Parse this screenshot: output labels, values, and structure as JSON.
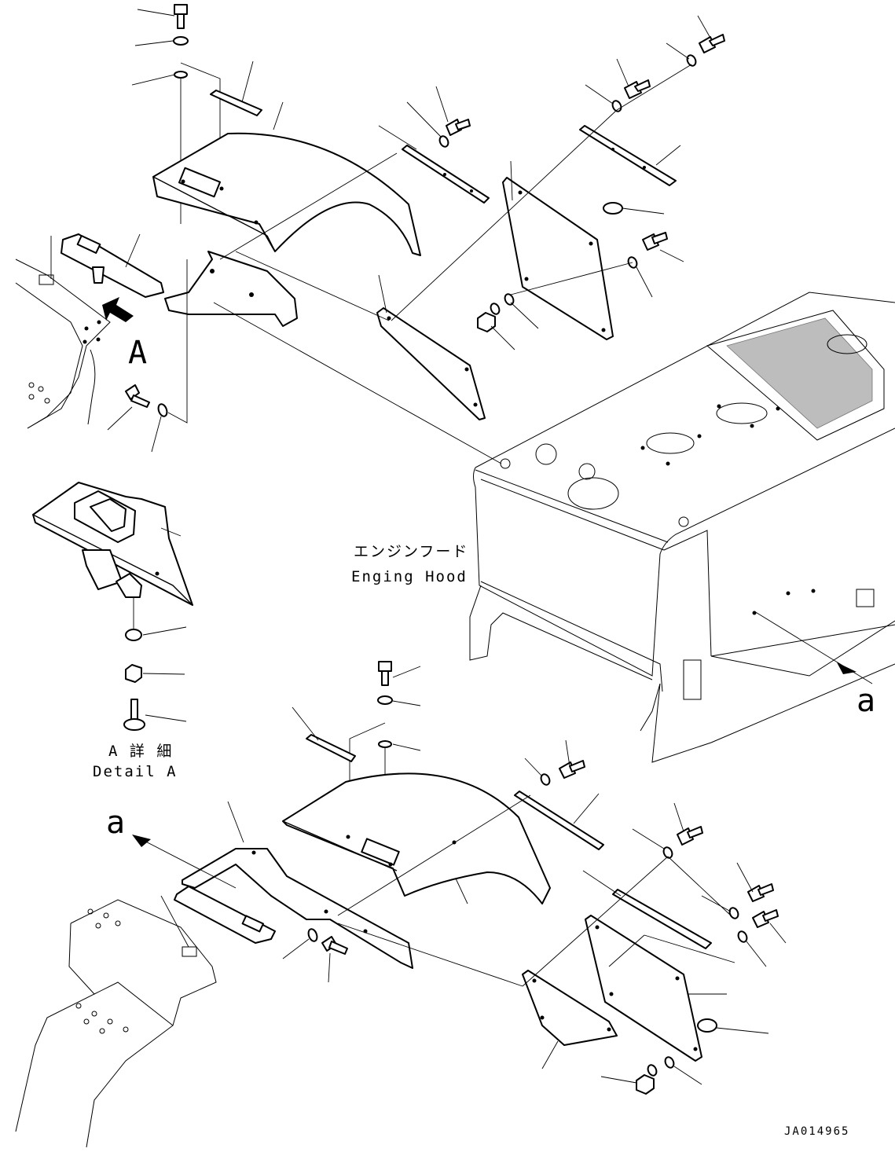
{
  "labels": {
    "engine_hood_jp": "エンジンフード",
    "engine_hood_en": "Enging Hood",
    "detail_a_jp": "A 詳 細",
    "detail_a_en": "Detail A",
    "view_a": "A",
    "view_arrow_upper": "a",
    "view_arrow_lower": "a",
    "drawing_number": "JA014965"
  }
}
